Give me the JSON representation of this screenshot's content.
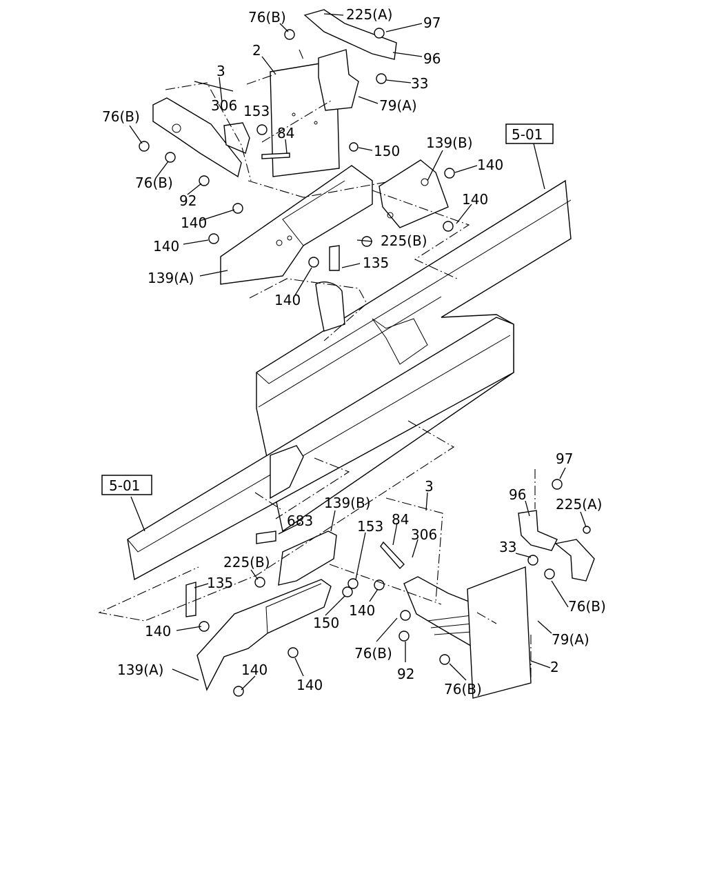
{
  "refs": {
    "top": "5-01",
    "bottom": "5-01"
  },
  "labels_upper": [
    {
      "id": "u-76b-top",
      "text": "76(B)"
    },
    {
      "id": "u-225a",
      "text": "225(A)"
    },
    {
      "id": "u-97",
      "text": "97"
    },
    {
      "id": "u-2",
      "text": "2"
    },
    {
      "id": "u-96",
      "text": "96"
    },
    {
      "id": "u-3",
      "text": "3"
    },
    {
      "id": "u-33",
      "text": "33"
    },
    {
      "id": "u-79a",
      "text": "79(A)"
    },
    {
      "id": "u-306",
      "text": "306"
    },
    {
      "id": "u-153",
      "text": "153"
    },
    {
      "id": "u-76b-left",
      "text": "76(B)"
    },
    {
      "id": "u-84",
      "text": "84"
    },
    {
      "id": "u-150",
      "text": "150"
    },
    {
      "id": "u-139b",
      "text": "139(B)"
    },
    {
      "id": "u-140-right",
      "text": "140"
    },
    {
      "id": "u-76b-mid",
      "text": "76(B)"
    },
    {
      "id": "u-92",
      "text": "92"
    },
    {
      "id": "u-140-r2",
      "text": "140"
    },
    {
      "id": "u-140-left1",
      "text": "140"
    },
    {
      "id": "u-225b",
      "text": "225(B)"
    },
    {
      "id": "u-140-left2",
      "text": "140"
    },
    {
      "id": "u-135",
      "text": "135"
    },
    {
      "id": "u-139a",
      "text": "139(A)"
    },
    {
      "id": "u-140-bottom",
      "text": "140"
    }
  ],
  "labels_lower": [
    {
      "id": "l-97",
      "text": "97"
    },
    {
      "id": "l-3",
      "text": "3"
    },
    {
      "id": "l-96",
      "text": "96"
    },
    {
      "id": "l-139b",
      "text": "139(B)"
    },
    {
      "id": "l-225a",
      "text": "225(A)"
    },
    {
      "id": "l-683",
      "text": "683"
    },
    {
      "id": "l-84",
      "text": "84"
    },
    {
      "id": "l-153",
      "text": "153"
    },
    {
      "id": "l-306",
      "text": "306"
    },
    {
      "id": "l-33",
      "text": "33"
    },
    {
      "id": "l-225b",
      "text": "225(B)"
    },
    {
      "id": "l-135",
      "text": "135"
    },
    {
      "id": "l-76b-right",
      "text": "76(B)"
    },
    {
      "id": "l-140-mid",
      "text": "140"
    },
    {
      "id": "l-150",
      "text": "150"
    },
    {
      "id": "l-79a",
      "text": "79(A)"
    },
    {
      "id": "l-140-left",
      "text": "140"
    },
    {
      "id": "l-76b-mid",
      "text": "76(B)"
    },
    {
      "id": "l-140-low",
      "text": "140"
    },
    {
      "id": "l-2",
      "text": "2"
    },
    {
      "id": "l-139a",
      "text": "139(A)"
    },
    {
      "id": "l-92",
      "text": "92"
    },
    {
      "id": "l-140-bottom",
      "text": "140"
    },
    {
      "id": "l-76b-bottom",
      "text": "76(B)"
    }
  ]
}
